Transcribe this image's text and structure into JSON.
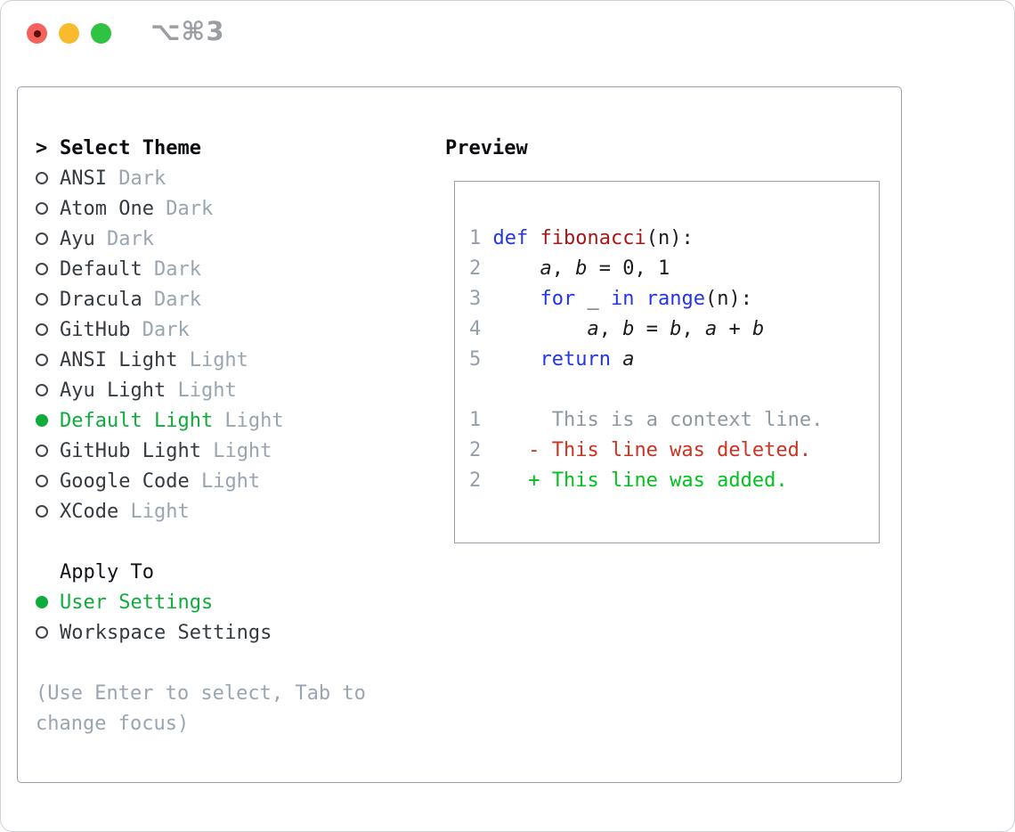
{
  "window": {
    "shortcut_label": "⌥⌘3"
  },
  "theme_selector": {
    "cursor": ">",
    "title": "Select Theme",
    "items": [
      {
        "label": "ANSI",
        "variant": "Dark",
        "selected": false
      },
      {
        "label": "Atom One",
        "variant": "Dark",
        "selected": false
      },
      {
        "label": "Ayu",
        "variant": "Dark",
        "selected": false
      },
      {
        "label": "Default",
        "variant": "Dark",
        "selected": false
      },
      {
        "label": "Dracula",
        "variant": "Dark",
        "selected": false
      },
      {
        "label": "GitHub",
        "variant": "Dark",
        "selected": false
      },
      {
        "label": "ANSI Light",
        "variant": "Light",
        "selected": false
      },
      {
        "label": "Ayu Light",
        "variant": "Light",
        "selected": false
      },
      {
        "label": "Default Light",
        "variant": "Light",
        "selected": true
      },
      {
        "label": "GitHub Light",
        "variant": "Light",
        "selected": false
      },
      {
        "label": "Google Code",
        "variant": "Light",
        "selected": false
      },
      {
        "label": "XCode",
        "variant": "Light",
        "selected": false
      }
    ]
  },
  "apply_to": {
    "title": "Apply To",
    "options": [
      {
        "label": "User Settings",
        "selected": true
      },
      {
        "label": "Workspace Settings",
        "selected": false
      }
    ]
  },
  "hint": {
    "line1": "(Use Enter to select, Tab to",
    "line2": "change focus)"
  },
  "preview": {
    "title": "Preview",
    "code_lines": [
      [
        {
          "t": "1 ",
          "c": "num"
        },
        {
          "t": "def",
          "c": "kw"
        },
        {
          "t": " ",
          "c": "fg"
        },
        {
          "t": "fibonacci",
          "c": "fn"
        },
        {
          "t": "(n):",
          "c": "fg"
        }
      ],
      [
        {
          "t": "2 ",
          "c": "num"
        },
        {
          "t": "    ",
          "c": "fg"
        },
        {
          "t": "a",
          "c": "var"
        },
        {
          "t": ", ",
          "c": "fg"
        },
        {
          "t": "b",
          "c": "var"
        },
        {
          "t": " = 0, 1",
          "c": "fg"
        }
      ],
      [
        {
          "t": "3 ",
          "c": "num"
        },
        {
          "t": "    ",
          "c": "fg"
        },
        {
          "t": "for",
          "c": "kw"
        },
        {
          "t": " _ ",
          "c": "fg"
        },
        {
          "t": "in",
          "c": "kw"
        },
        {
          "t": " ",
          "c": "fg"
        },
        {
          "t": "range",
          "c": "kw"
        },
        {
          "t": "(n):",
          "c": "fg"
        }
      ],
      [
        {
          "t": "4 ",
          "c": "num"
        },
        {
          "t": "        ",
          "c": "fg"
        },
        {
          "t": "a",
          "c": "var"
        },
        {
          "t": ", ",
          "c": "fg"
        },
        {
          "t": "b",
          "c": "var"
        },
        {
          "t": " = ",
          "c": "fg"
        },
        {
          "t": "b",
          "c": "var"
        },
        {
          "t": ", ",
          "c": "fg"
        },
        {
          "t": "a",
          "c": "var"
        },
        {
          "t": " + ",
          "c": "fg"
        },
        {
          "t": "b",
          "c": "var"
        }
      ],
      [
        {
          "t": "5 ",
          "c": "num"
        },
        {
          "t": "    ",
          "c": "fg"
        },
        {
          "t": "return",
          "c": "kw"
        },
        {
          "t": " ",
          "c": "fg"
        },
        {
          "t": "a",
          "c": "var"
        }
      ],
      [],
      [
        {
          "t": "1",
          "c": "num"
        },
        {
          "t": "      ",
          "c": "fg"
        },
        {
          "t": "This is a context line.",
          "c": "ctx"
        }
      ],
      [
        {
          "t": "2",
          "c": "num"
        },
        {
          "t": "    ",
          "c": "fg"
        },
        {
          "t": "- This line was deleted.",
          "c": "del"
        }
      ],
      [
        {
          "t": "2",
          "c": "num"
        },
        {
          "t": "    ",
          "c": "fg"
        },
        {
          "t": "+ This line was added.",
          "c": "add"
        }
      ]
    ]
  },
  "colors": {
    "selected_green": "#0ead3b",
    "added_green": "#00c31e",
    "deleted_red": "#cc3322",
    "keyword_blue": "#2436e4",
    "function_red": "#a61717",
    "muted_gray": "#9aa5b2",
    "border_gray": "#98a1ac"
  }
}
